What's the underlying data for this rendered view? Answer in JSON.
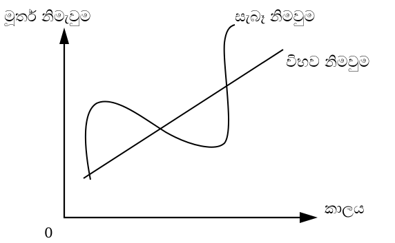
{
  "diagram": {
    "y_axis_label": "මූර්ත නිමැවුම",
    "x_axis_label": "කාලය",
    "origin_label": "0",
    "actual_output_label": "සැබෑ නිමවුම",
    "potential_output_label": "විභව නිමවුම",
    "stroke_color": "#000000"
  }
}
